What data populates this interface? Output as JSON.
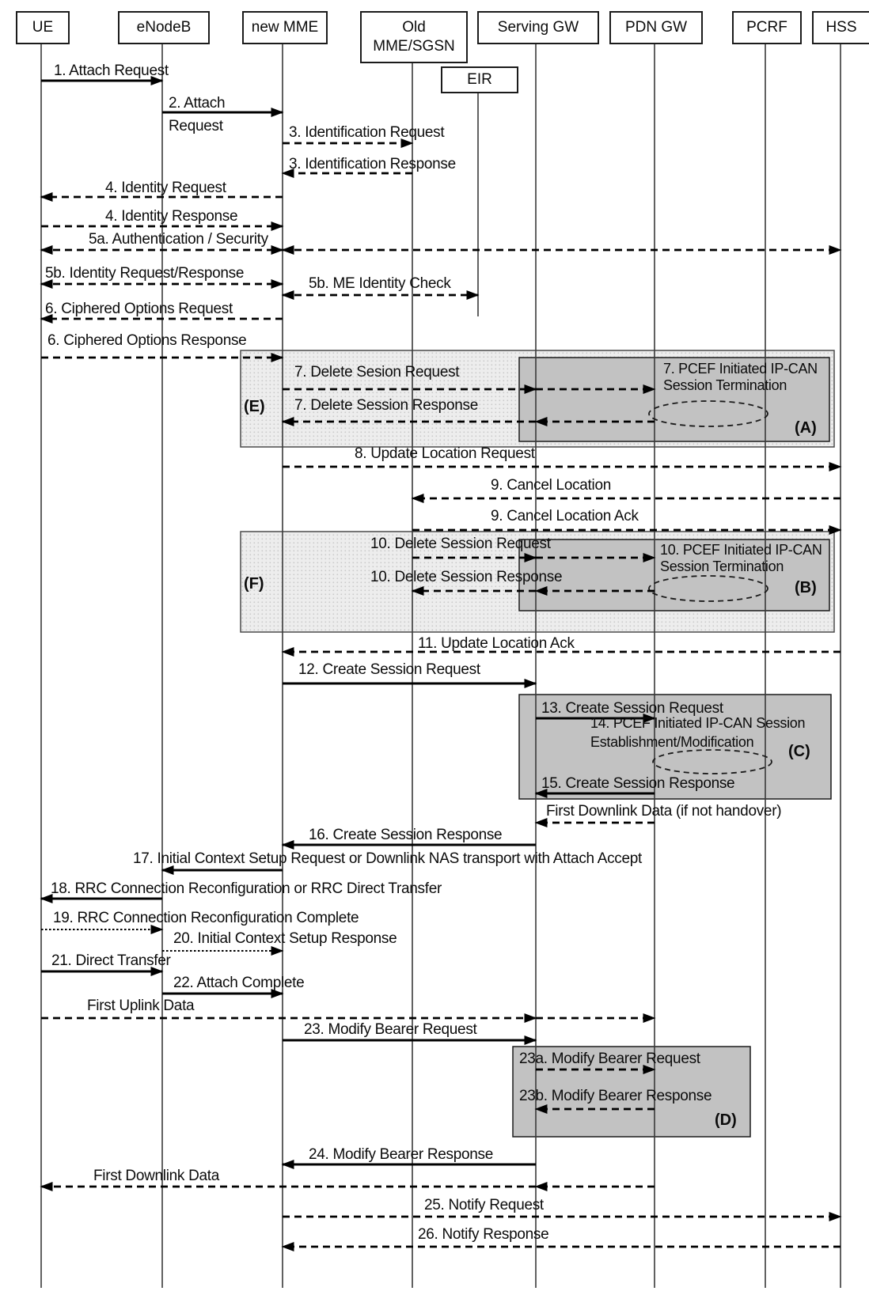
{
  "diagram": {
    "type": "sequence-diagram",
    "subject": "LTE E-UTRAN Initial Attach procedure message flow"
  },
  "actors": {
    "ue": "UE",
    "enodeb": "eNodeB",
    "mme": "new MME",
    "old": "Old MME/SGSN",
    "eir": "EIR",
    "sgw": "Serving GW",
    "pgw": "PDN GW",
    "pcrf": "PCRF",
    "hss": "HSS"
  },
  "messages": {
    "m1": "1. Attach Request",
    "m2a": "2. Attach",
    "m2b": "Request",
    "m3": "3. Identification Request",
    "m3r": "3. Identification Response",
    "m4": "4. Identity Request",
    "m4r": "4. Identity Response",
    "m5a": "5a. Authentication / Security",
    "m5b": "5b. Identity Request/Response",
    "m5bme": "5b. ME Identity Check",
    "m6": "6. Ciphered Options Request",
    "m6r": "6. Ciphered Options Response",
    "m7": "7. Delete Sesion Request",
    "m7r": "7. Delete Session Response",
    "m8": "8. Update Location Request",
    "m9": "9. Cancel Location",
    "m9r": "9. Cancel Location Ack",
    "m10": "10. Delete Session Request",
    "m10r": "10. Delete Session Response",
    "m11": "11. Update Location Ack",
    "m12": "12. Create Session Request",
    "m13": "13. Create Session Request",
    "m15": "15. Create Session Response",
    "fdd1": "First Downlink Data (if not handover)",
    "m16": "16. Create Session Response",
    "m17": "17. Initial Context Setup Request or Downlink NAS transport with Attach Accept",
    "m18": "18. RRC Connection Reconfiguration or RRC Direct Transfer",
    "m19": "19. RRC Connection Reconfiguration Complete",
    "m20": "20. Initial Context Setup Response",
    "m21": "21. Direct Transfer",
    "m22": "22. Attach Complete",
    "fud": "First Uplink Data",
    "m23": "23. Modify Bearer Request",
    "m23a": "23a. Modify Bearer Request",
    "m23b": "23b. Modify Bearer Response",
    "m24": "24. Modify Bearer Response",
    "fdd2": "First Downlink Data",
    "m25": "25. Notify Request",
    "m26": "26. Notify Response"
  },
  "procedures": {
    "a1": "7. PCEF Initiated IP-CAN",
    "a2": "Session Termination",
    "a_tag": "(A)",
    "b1": "10. PCEF Initiated IP-CAN",
    "b2": "Session Termination",
    "b_tag": "(B)",
    "c1": "14. PCEF Initiated IP-CAN Session",
    "c2": "Establishment/Modification",
    "c_tag": "(C)",
    "d_tag": "(D)",
    "e_tag": "(E)",
    "f_tag": "(F)"
  },
  "colors": {
    "light_box": "#ededed",
    "light_box_dot": "#c9c9c9",
    "dark_box": "#c2c2c2",
    "stroke": "#000000",
    "lifeline": "#3a3a3a"
  }
}
